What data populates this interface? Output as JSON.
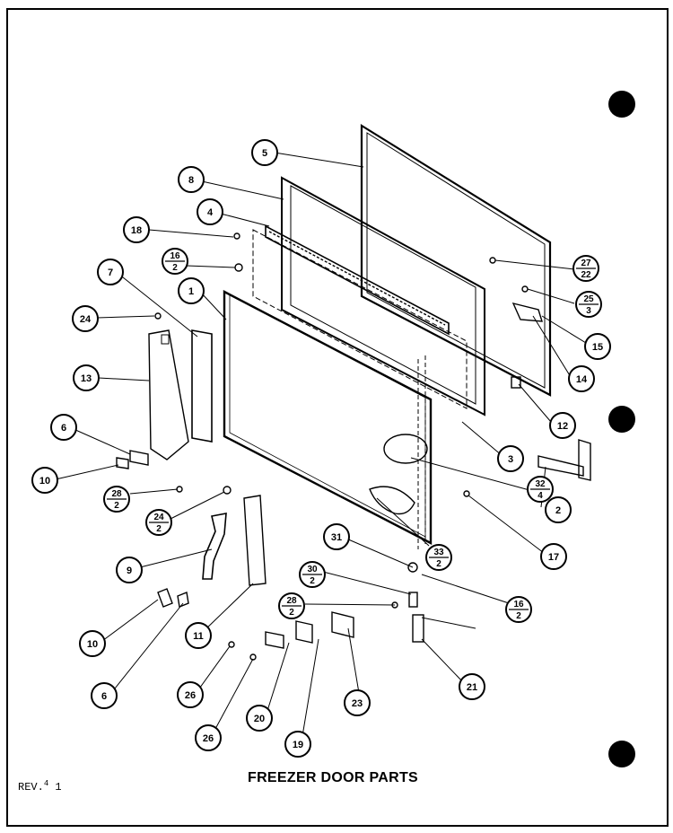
{
  "title": "FREEZER DOOR PARTS",
  "revision": {
    "prefix": "REV.",
    "sup": "4",
    "num": "1"
  },
  "callouts": [
    "5",
    "8",
    "4",
    "18",
    "7",
    "1",
    "24",
    "13",
    "6",
    "10",
    "9",
    "10",
    "6",
    "11",
    "26",
    "26",
    "20",
    "19",
    "23",
    "31",
    "21",
    "3",
    "2",
    "17",
    "12",
    "14",
    "15"
  ],
  "fractions": [
    {
      "top": "16",
      "bottom": "2"
    },
    {
      "top": "27",
      "bottom": "22"
    },
    {
      "top": "25",
      "bottom": "3"
    },
    {
      "top": "28",
      "bottom": "2"
    },
    {
      "top": "24",
      "bottom": "2"
    },
    {
      "top": "32",
      "bottom": "4"
    },
    {
      "top": "33",
      "bottom": "2"
    },
    {
      "top": "30",
      "bottom": "2"
    },
    {
      "top": "28",
      "bottom": "2"
    },
    {
      "top": "16",
      "bottom": "2"
    }
  ]
}
